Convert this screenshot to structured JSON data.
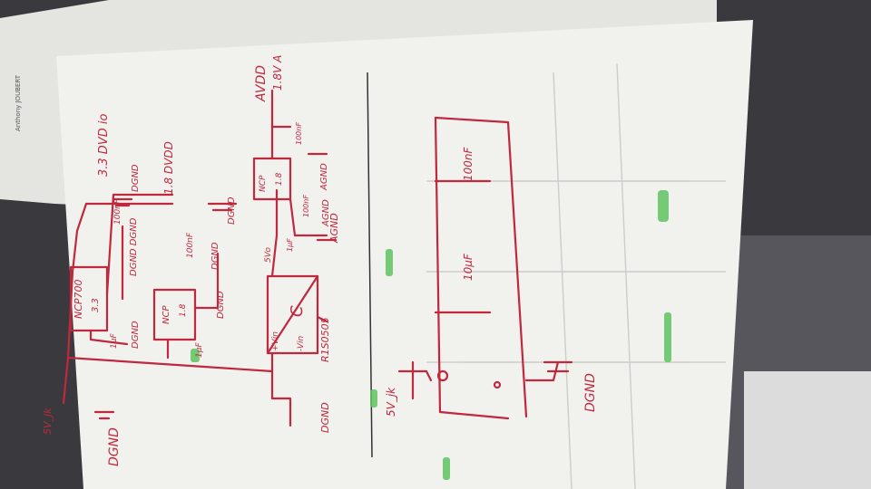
{
  "photo": {
    "colors": {
      "paper": "#f1f1ee",
      "ink": "#c0283e",
      "highlighter": "#5fc35f",
      "background": "#3a3a3e"
    }
  },
  "labels": {
    "author_note": "Anthony JOUBERT",
    "v5_top": "5V_jk",
    "dgnd_left": "DGND",
    "reg1": "NCP700",
    "reg1_sub": "3.3",
    "cap_reg1_in": "1µF",
    "dgnd_reg1": "DGND",
    "out_3v3": "3.3 DVD io",
    "cap_3v3": "100nF",
    "dgnd_3v3": "DGND",
    "dgnd_dgnd": "DGND DGND",
    "reg2": "NCP",
    "reg2_sub": "1.8",
    "cap_reg2_in": "1µF",
    "dgnd_reg2": "DGND",
    "out_1v8": "1.8 DVDD",
    "cap_1v8": "100nF",
    "dgnd_1v8": "DGND",
    "dgnd_1v8b": "DGND",
    "vin_plus": "+Vin",
    "vin_minus": "-Vin",
    "conv": "C",
    "conv_part": "R1S0505",
    "vout": "5Vo",
    "reg3": "NCP",
    "reg3_sub": "1.8",
    "cap_agnd": "1µF",
    "agnd1": "AGND",
    "cap_100n_b": "100nF",
    "agnd2": "AGND",
    "avdd": "AVDD",
    "avdd_sub": "1.8V A",
    "cap_avdd": "100nF",
    "agnd3": "AGND",
    "v5_bottom": "5V_jk",
    "cap_10u": "10µF",
    "cap_100n_c": "100nF",
    "dgnd_bottom": "DGND"
  }
}
